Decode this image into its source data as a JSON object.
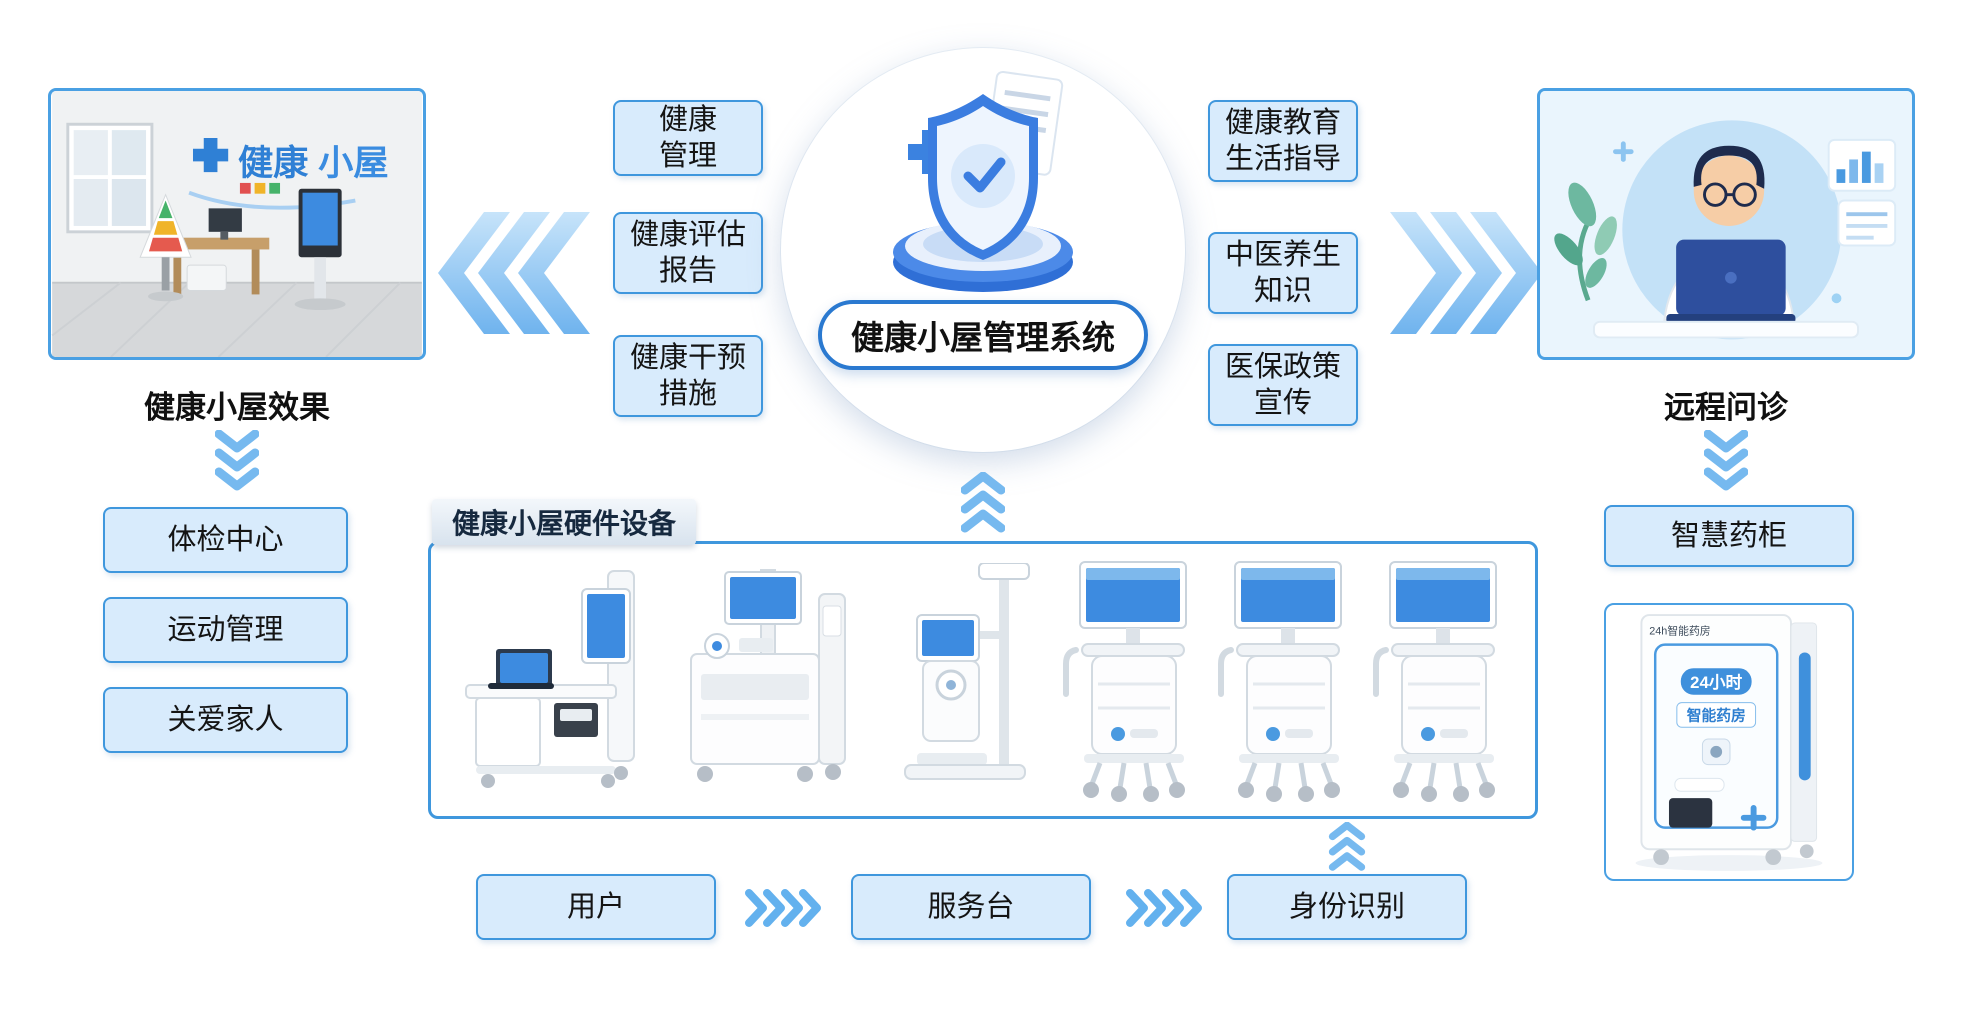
{
  "colors": {
    "box_fill": "#d8ebfc",
    "box_border": "#3f97dd",
    "pill_border": "#2a79d0",
    "chevron_blue": "#76b9ef",
    "screen_blue": "#3d8be0"
  },
  "center_system": {
    "title": "健康小屋管理系统"
  },
  "left_panel": {
    "caption": "健康小屋效果",
    "wall_text_1": "健康",
    "wall_text_2": "小屋",
    "boxes": [
      "体检中心",
      "运动管理",
      "关爱家人"
    ]
  },
  "mid_left_boxes": [
    "健康\n管理",
    "健康评估\n报告",
    "健康干预\n措施"
  ],
  "mid_right_boxes": [
    "健康教育\n生活指导",
    "中医养生\n知识",
    "医保政策\n宣传"
  ],
  "right_panel": {
    "caption": "远程问诊",
    "cabinet_box": "智慧药柜",
    "cabinet": {
      "top_text": "24h智能药房",
      "badge": "24小时",
      "name": "智能药房"
    }
  },
  "hardware_box": {
    "label": "健康小屋硬件设备"
  },
  "bottom_flow": [
    "用户",
    "服务台",
    "身份识别"
  ]
}
